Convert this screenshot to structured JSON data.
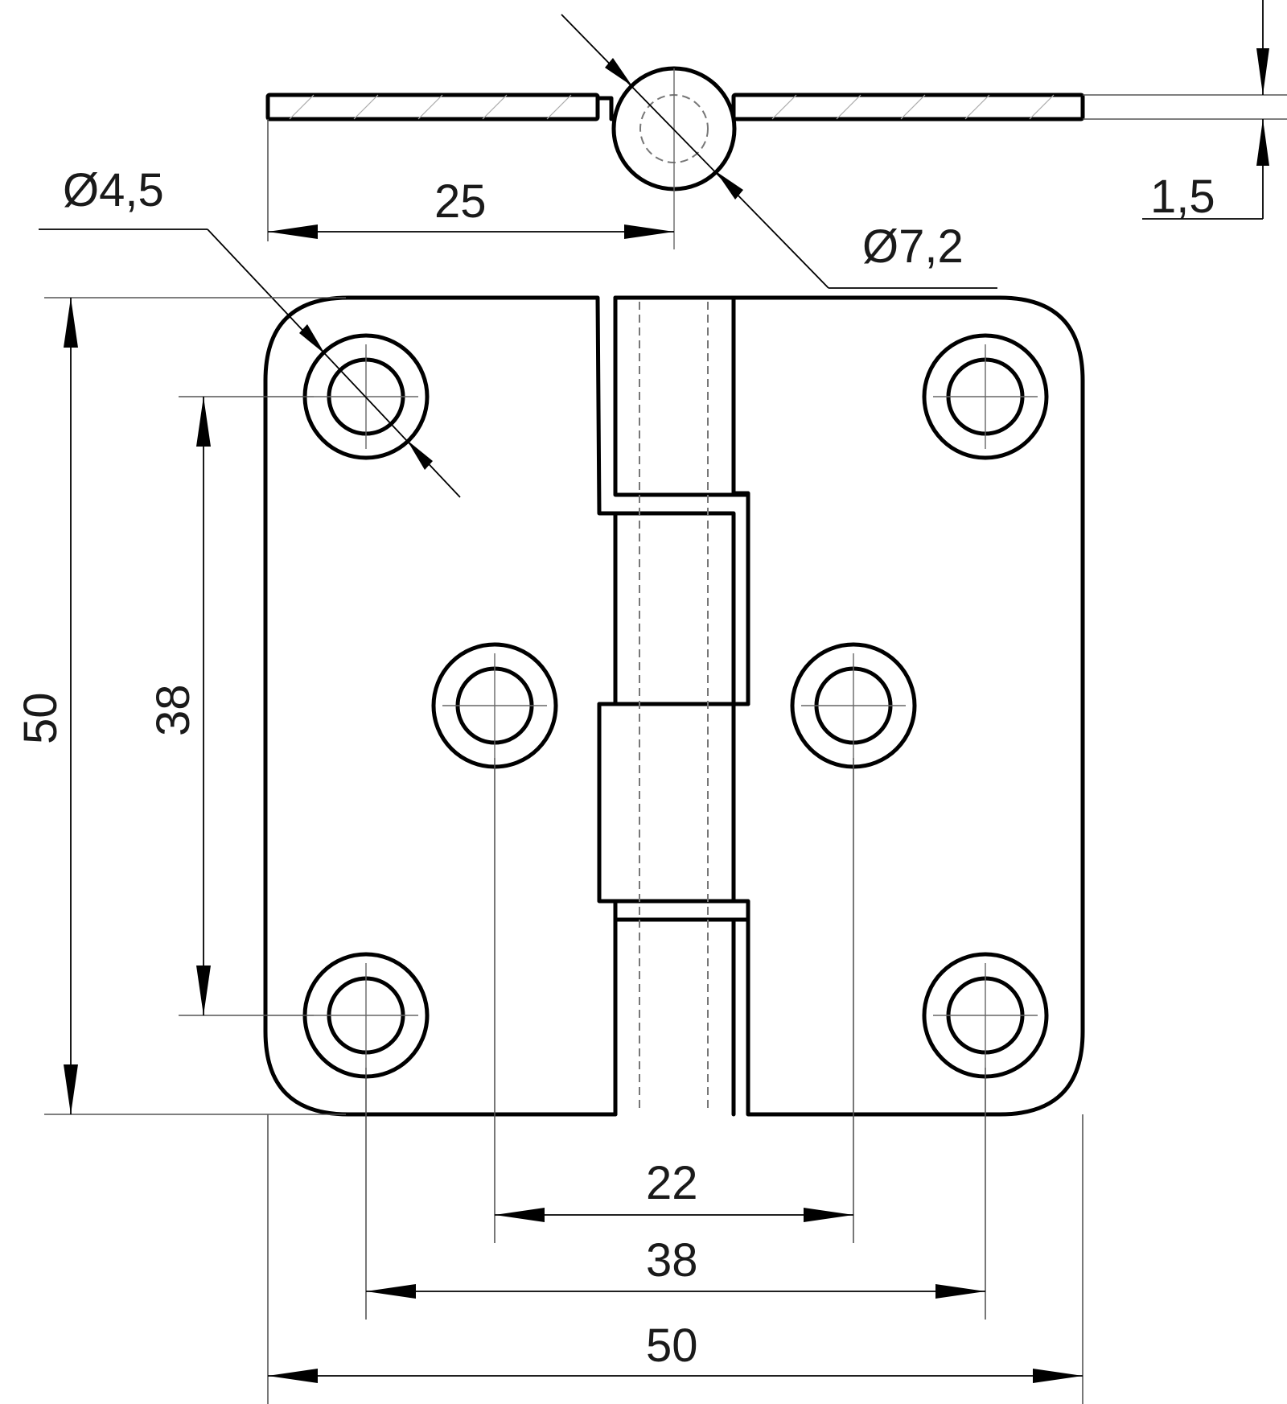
{
  "dimensions": {
    "hole_diameter": "Ø4,5",
    "pin_diameter": "Ø7,2",
    "half_width": "25",
    "thickness": "1,5",
    "height": "50",
    "hole_vertical_spacing": "38",
    "middle_hole_spacing": "22",
    "corner_hole_spacing": "38",
    "overall_width": "50"
  }
}
